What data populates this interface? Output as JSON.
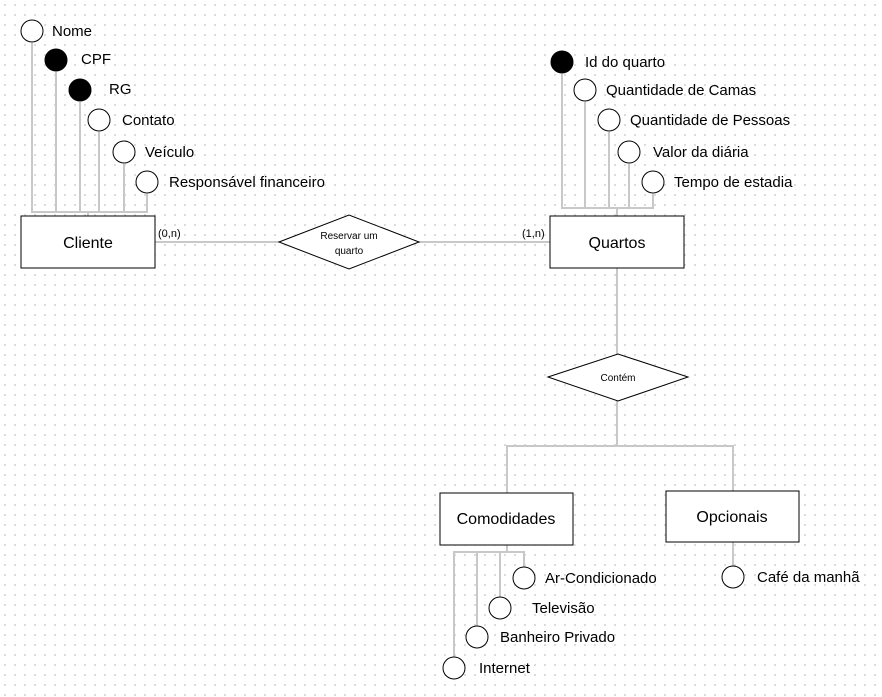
{
  "entities": {
    "cliente": "Cliente",
    "quartos": "Quartos",
    "comodidades": "Comodidades",
    "opcionais": "Opcionais"
  },
  "relationships": {
    "reservar_line1": "Reservar um",
    "reservar_line2": "quarto",
    "contem": "Contém"
  },
  "cardinalities": {
    "cliente_side": "(0,n)",
    "quartos_side": "(1,n)"
  },
  "cliente_attributes": [
    {
      "label": "Nome",
      "key": false
    },
    {
      "label": "CPF",
      "key": true
    },
    {
      "label": "RG",
      "key": true
    },
    {
      "label": "Contato",
      "key": false
    },
    {
      "label": "Veículo",
      "key": false
    },
    {
      "label": "Responsável financeiro",
      "key": false
    }
  ],
  "quartos_attributes": [
    {
      "label": "Id do quarto",
      "key": true
    },
    {
      "label": "Quantidade de Camas",
      "key": false
    },
    {
      "label": "Quantidade de Pessoas",
      "key": false
    },
    {
      "label": "Valor da diária",
      "key": false
    },
    {
      "label": "Tempo de estadia",
      "key": false
    }
  ],
  "comodidades_attributes": [
    {
      "label": "Ar-Condicionado",
      "key": false
    },
    {
      "label": "Televisão",
      "key": false
    },
    {
      "label": "Banheiro Privado",
      "key": false
    },
    {
      "label": "Internet",
      "key": false
    }
  ],
  "opcionais_attributes": [
    {
      "label": "Café da manhã",
      "key": false
    }
  ]
}
